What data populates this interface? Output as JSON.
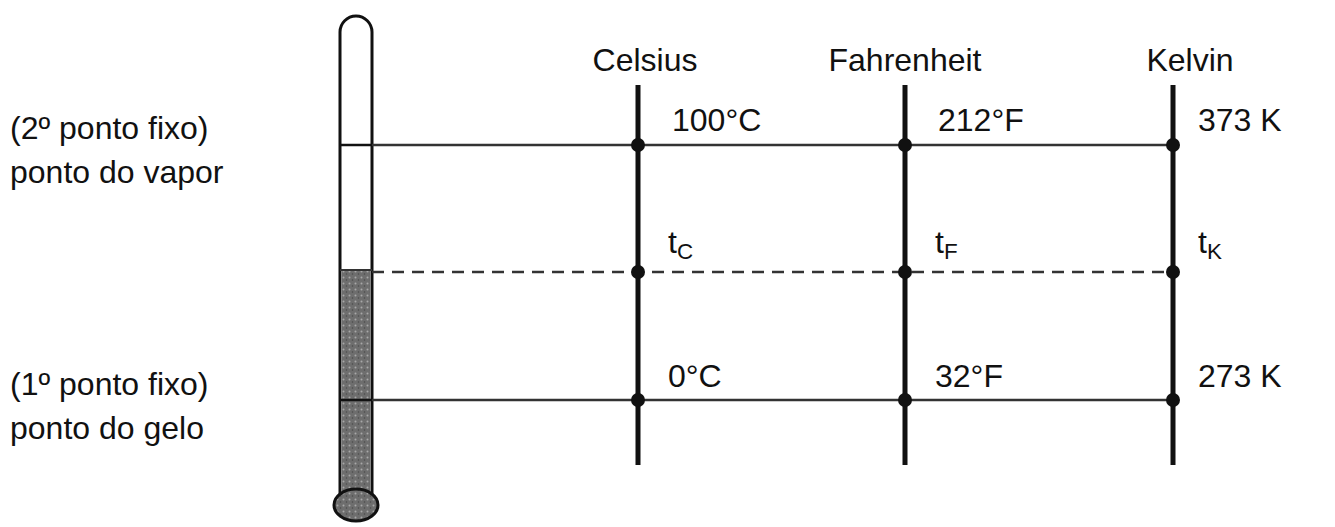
{
  "diagram": {
    "labels": [
      "(2º ponto fixo)",
      "ponto do vapor",
      "(1º ponto fixo)",
      "ponto do gelo",
      "Celsius",
      "Fahrenheit",
      "Kelvin",
      "100°C",
      "212°F",
      "373 K",
      "tC",
      "tF",
      "tK",
      "0°C",
      "32°F",
      "273 K"
    ]
  }
}
